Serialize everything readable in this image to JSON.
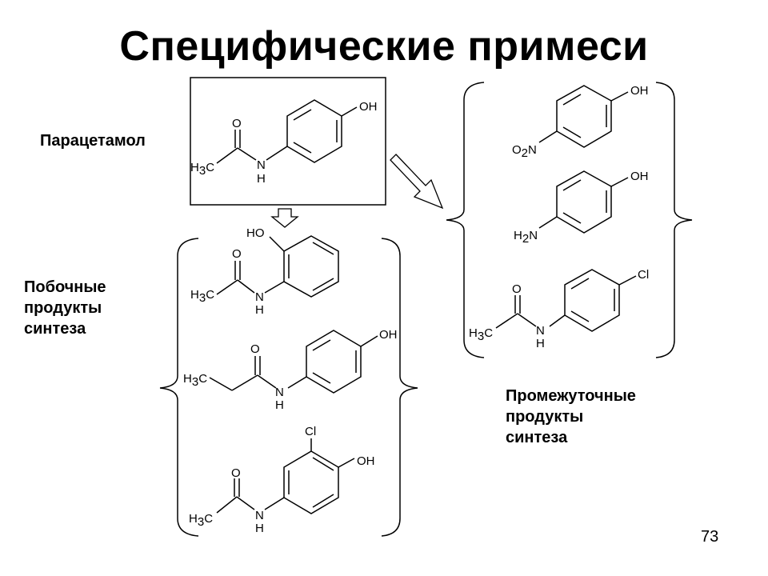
{
  "slide": {
    "title": "Специфические примеси",
    "page_number": "73"
  },
  "labels": {
    "paracetamol": "Парацетамол",
    "byproducts": [
      "Побочные",
      "продукты",
      "синтеза"
    ],
    "intermediates": [
      "Промежуточные",
      "продукты",
      "синтеза"
    ]
  },
  "atoms": {
    "oh": "OH",
    "ho": "HO",
    "o": "O",
    "n": "N",
    "h": "H",
    "h3_main": "H",
    "h3_sub": "3",
    "c": "C",
    "cl": "Cl",
    "o2_o": "O",
    "o2_sub": "2",
    "h2_h": "H",
    "h2_sub": "2"
  }
}
